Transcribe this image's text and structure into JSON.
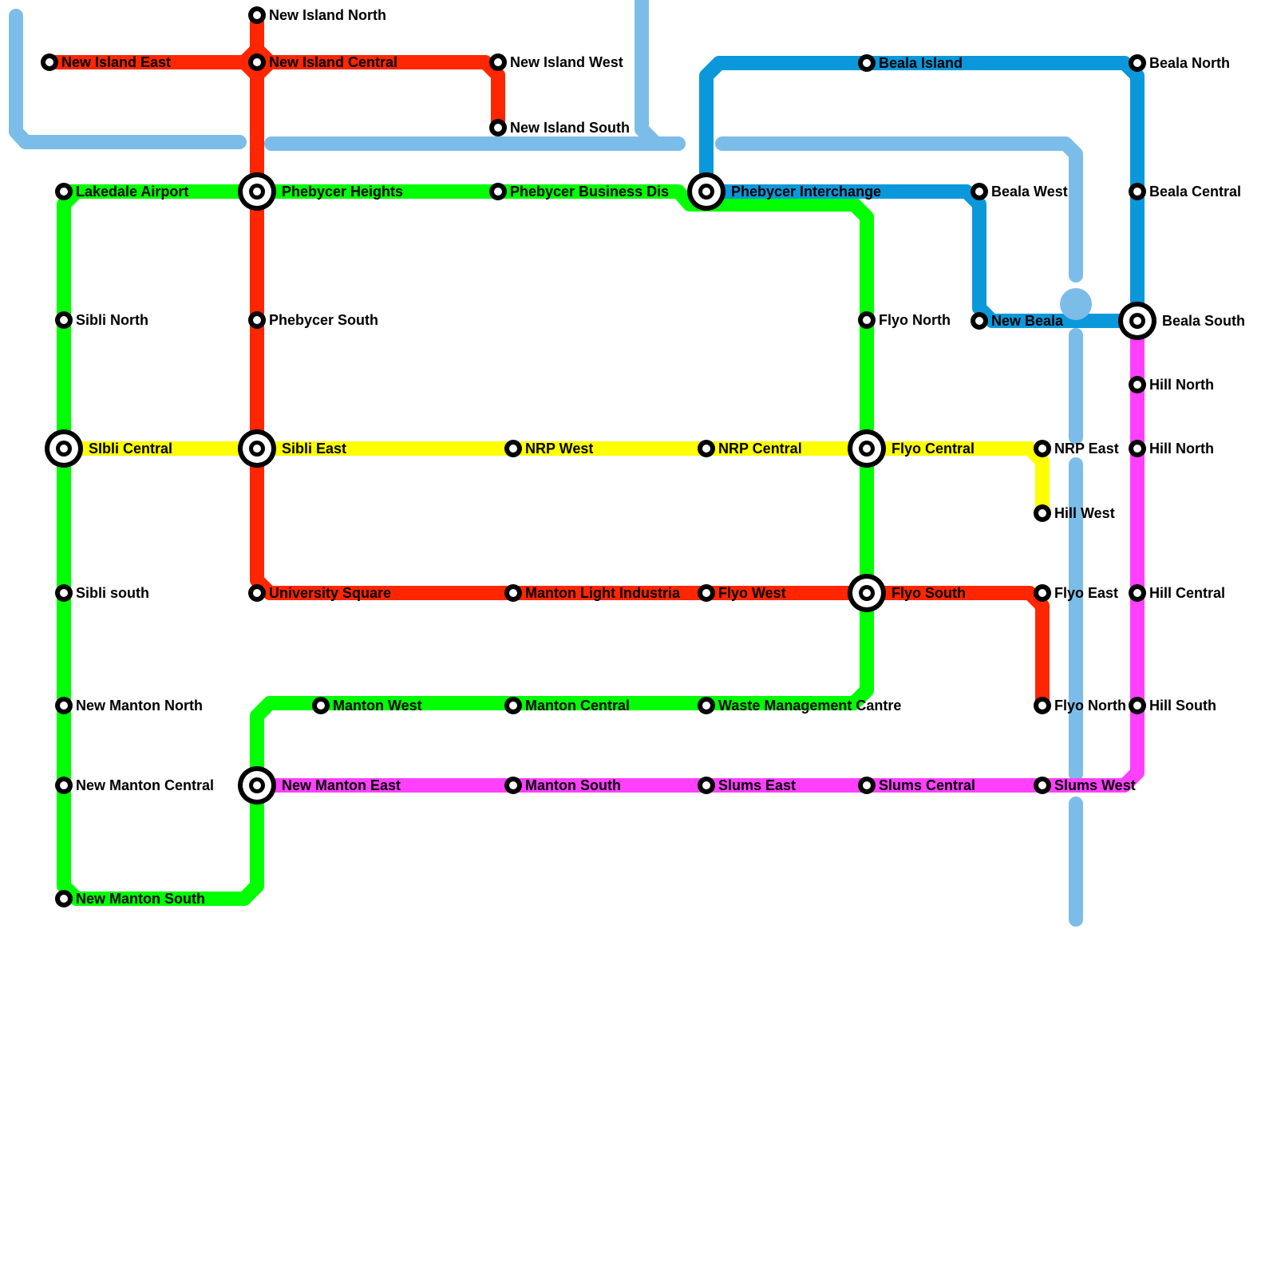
{
  "colors": {
    "red": "#ff2600",
    "green": "#00ff00",
    "yellow": "#ffff00",
    "blue": "#0a98da",
    "lightblue": "#7bbde8",
    "magenta": "#ff40ff"
  },
  "stations": [
    {
      "id": "new-island-north",
      "name": "New Island North"
    },
    {
      "id": "new-island-east",
      "name": "New Island East"
    },
    {
      "id": "new-island-central",
      "name": "New Island Central"
    },
    {
      "id": "new-island-west",
      "name": "New Island West"
    },
    {
      "id": "new-island-south",
      "name": "New Island South"
    },
    {
      "id": "lakedale-airport",
      "name": "Lakedale Airport"
    },
    {
      "id": "phebycer-heights",
      "name": "Phebycer Heights"
    },
    {
      "id": "phebycer-business-district",
      "name": "Phebycer Business Dis"
    },
    {
      "id": "phebycer-interchange",
      "name": "Phebycer Interchange"
    },
    {
      "id": "beala-island",
      "name": "Beala Island"
    },
    {
      "id": "beala-north",
      "name": "Beala North"
    },
    {
      "id": "beala-west",
      "name": "Beala West"
    },
    {
      "id": "beala-central",
      "name": "Beala Central"
    },
    {
      "id": "sibli-north",
      "name": "Sibli North"
    },
    {
      "id": "phebycer-south",
      "name": "Phebycer South"
    },
    {
      "id": "flyo-north",
      "name": "Flyo North"
    },
    {
      "id": "new-beala",
      "name": "New Beala"
    },
    {
      "id": "beala-south",
      "name": "Beala South"
    },
    {
      "id": "hill-north-1",
      "name": "Hill North"
    },
    {
      "id": "sibli-central",
      "name": "SIbli Central"
    },
    {
      "id": "sibli-east",
      "name": "Sibli East"
    },
    {
      "id": "nrp-west",
      "name": "NRP West"
    },
    {
      "id": "nrp-central",
      "name": "NRP Central"
    },
    {
      "id": "flyo-central",
      "name": "Flyo Central"
    },
    {
      "id": "nrp-east",
      "name": "NRP East"
    },
    {
      "id": "hill-north-2",
      "name": "Hill North"
    },
    {
      "id": "hill-west",
      "name": "Hill West"
    },
    {
      "id": "sibli-south",
      "name": "Sibli south"
    },
    {
      "id": "university-square",
      "name": "University Square"
    },
    {
      "id": "manton-light-industrial",
      "name": "Manton Light Industria"
    },
    {
      "id": "flyo-west",
      "name": "Flyo West"
    },
    {
      "id": "flyo-south",
      "name": "Flyo South"
    },
    {
      "id": "flyo-east",
      "name": "Flyo East"
    },
    {
      "id": "hill-central",
      "name": "Hill Central"
    },
    {
      "id": "new-manton-north",
      "name": "New Manton North"
    },
    {
      "id": "manton-west",
      "name": "Manton West"
    },
    {
      "id": "manton-central",
      "name": "Manton Central"
    },
    {
      "id": "waste-management-centre",
      "name": "Waste Management Cantre"
    },
    {
      "id": "flyo-north-2",
      "name": "Flyo North"
    },
    {
      "id": "hill-south",
      "name": "Hill South"
    },
    {
      "id": "new-manton-central",
      "name": "New Manton Central"
    },
    {
      "id": "new-manton-east",
      "name": "New Manton East"
    },
    {
      "id": "manton-south",
      "name": "Manton South"
    },
    {
      "id": "slums-east",
      "name": "Slums East"
    },
    {
      "id": "slums-central",
      "name": "Slums Central"
    },
    {
      "id": "slums-west",
      "name": "Slums West"
    },
    {
      "id": "new-manton-south",
      "name": "New Manton South"
    }
  ]
}
